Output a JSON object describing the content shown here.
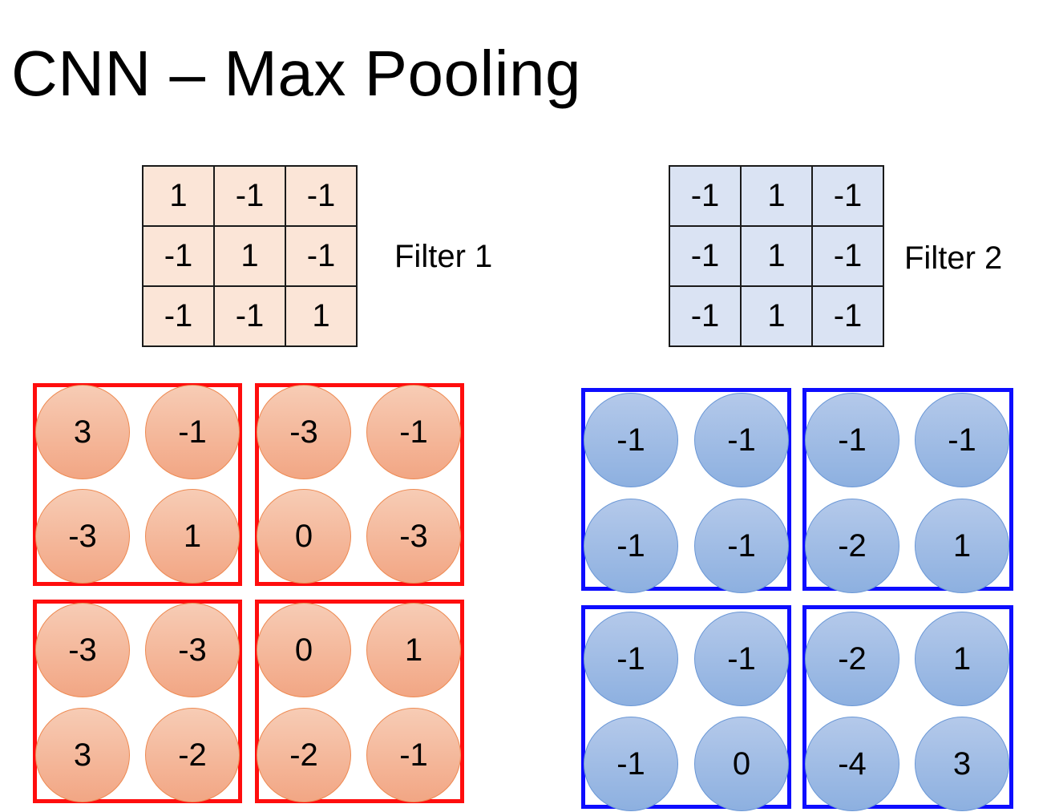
{
  "title": "CNN – Max Pooling",
  "filter1": {
    "label": "Filter 1",
    "rows": [
      [
        "1",
        "-1",
        "-1"
      ],
      [
        "-1",
        "1",
        "-1"
      ],
      [
        "-1",
        "-1",
        "1"
      ]
    ]
  },
  "filter2": {
    "label": "Filter 2",
    "rows": [
      [
        "-1",
        "1",
        "-1"
      ],
      [
        "-1",
        "1",
        "-1"
      ],
      [
        "-1",
        "1",
        "-1"
      ]
    ]
  },
  "feature_map_1": {
    "rows": [
      [
        "3",
        "-1",
        "-3",
        "-1"
      ],
      [
        "-3",
        "1",
        "0",
        "-3"
      ],
      [
        "-3",
        "-3",
        "0",
        "1"
      ],
      [
        "3",
        "-2",
        "-2",
        "-1"
      ]
    ]
  },
  "feature_map_2": {
    "rows": [
      [
        "-1",
        "-1",
        "-1",
        "-1"
      ],
      [
        "-1",
        "-1",
        "-2",
        "1"
      ],
      [
        "-1",
        "-1",
        "-2",
        "1"
      ],
      [
        "-1",
        "0",
        "-4",
        "3"
      ]
    ]
  },
  "colors": {
    "filter1_fill": "#fbe5d7",
    "filter2_fill": "#dae3f3",
    "map1_circle": "#f4b596",
    "map2_circle": "#9fbde6",
    "pool1_border": "#ff0000",
    "pool2_border": "#0000ff"
  }
}
